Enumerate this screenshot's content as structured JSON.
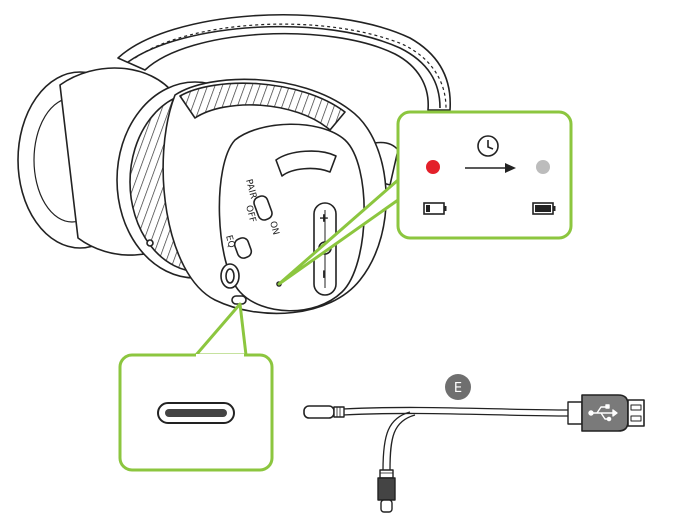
{
  "colors": {
    "callout_border": "#8cc63f",
    "led_charging": "#e3202a",
    "led_done": "#bcbcbc",
    "line": "#222222",
    "badge": "#6f6f6f",
    "usb_plug": "#7a7a7a"
  },
  "headphone": {
    "labels": {
      "pair": "PAIR",
      "off": "OFF",
      "on": "ON",
      "eq": "EQ",
      "plus": "+",
      "minus": "−"
    }
  },
  "charging_indicator": {
    "start_led": "red",
    "end_led": "grey",
    "icons": [
      "clock-icon",
      "arrow-right-icon",
      "battery-low-icon",
      "battery-full-icon"
    ]
  },
  "cable": {
    "label": "E",
    "icons": [
      "usb-c-plug-icon",
      "usb-a-plug-icon",
      "usb-icon"
    ]
  },
  "port_callout": {
    "icons": [
      "usb-c-port-icon"
    ]
  }
}
